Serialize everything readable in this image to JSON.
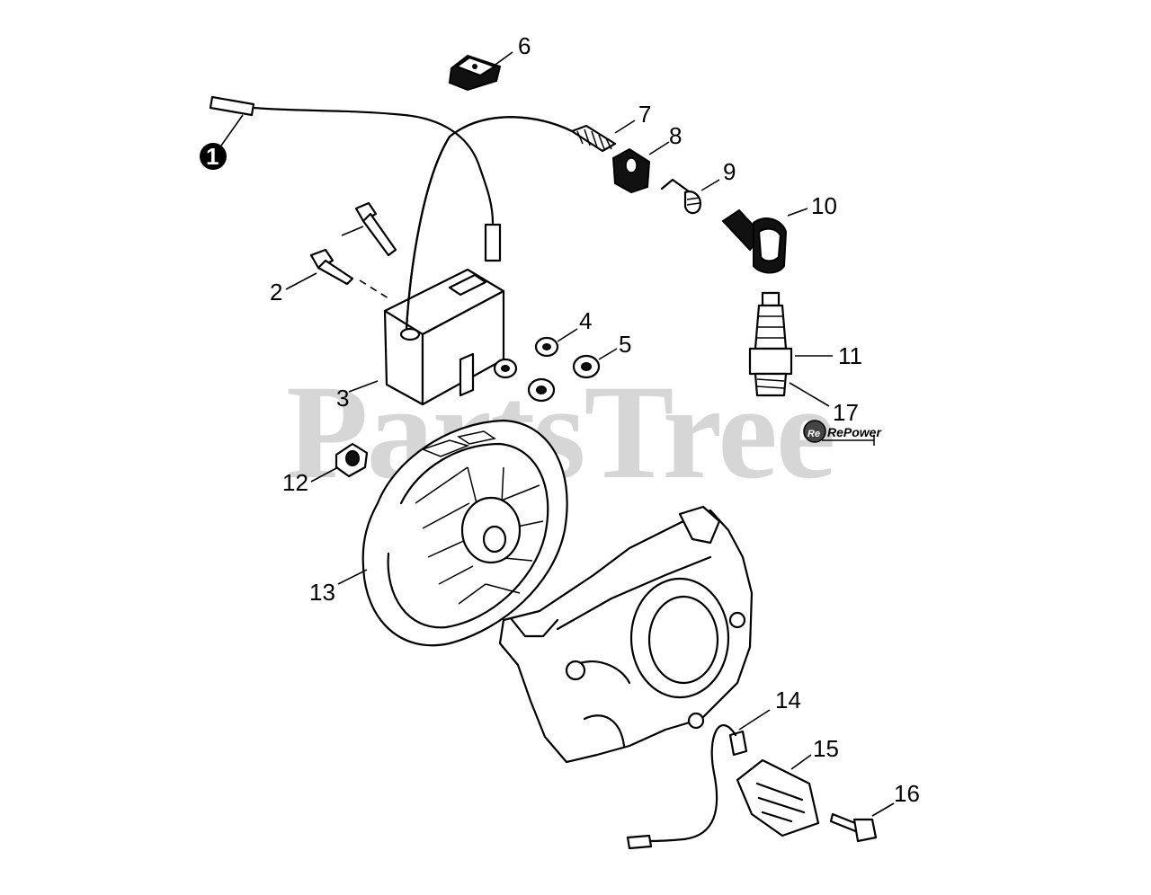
{
  "watermark": "PartsTree",
  "logo_text": "RePower",
  "callouts": [
    {
      "id": "1",
      "label": "1"
    },
    {
      "id": "2",
      "label": "2"
    },
    {
      "id": "3",
      "label": "3"
    },
    {
      "id": "4",
      "label": "4"
    },
    {
      "id": "5",
      "label": "5"
    },
    {
      "id": "6",
      "label": "6"
    },
    {
      "id": "7",
      "label": "7"
    },
    {
      "id": "8",
      "label": "8"
    },
    {
      "id": "9",
      "label": "9"
    },
    {
      "id": "10",
      "label": "10"
    },
    {
      "id": "11",
      "label": "11"
    },
    {
      "id": "12",
      "label": "12"
    },
    {
      "id": "13",
      "label": "13"
    },
    {
      "id": "14",
      "label": "14"
    },
    {
      "id": "15",
      "label": "15"
    },
    {
      "id": "16",
      "label": "16"
    },
    {
      "id": "17",
      "label": "17"
    }
  ],
  "colors": {
    "ink": "#000000",
    "watermark": "#d6d6d6",
    "background": "#ffffff"
  }
}
